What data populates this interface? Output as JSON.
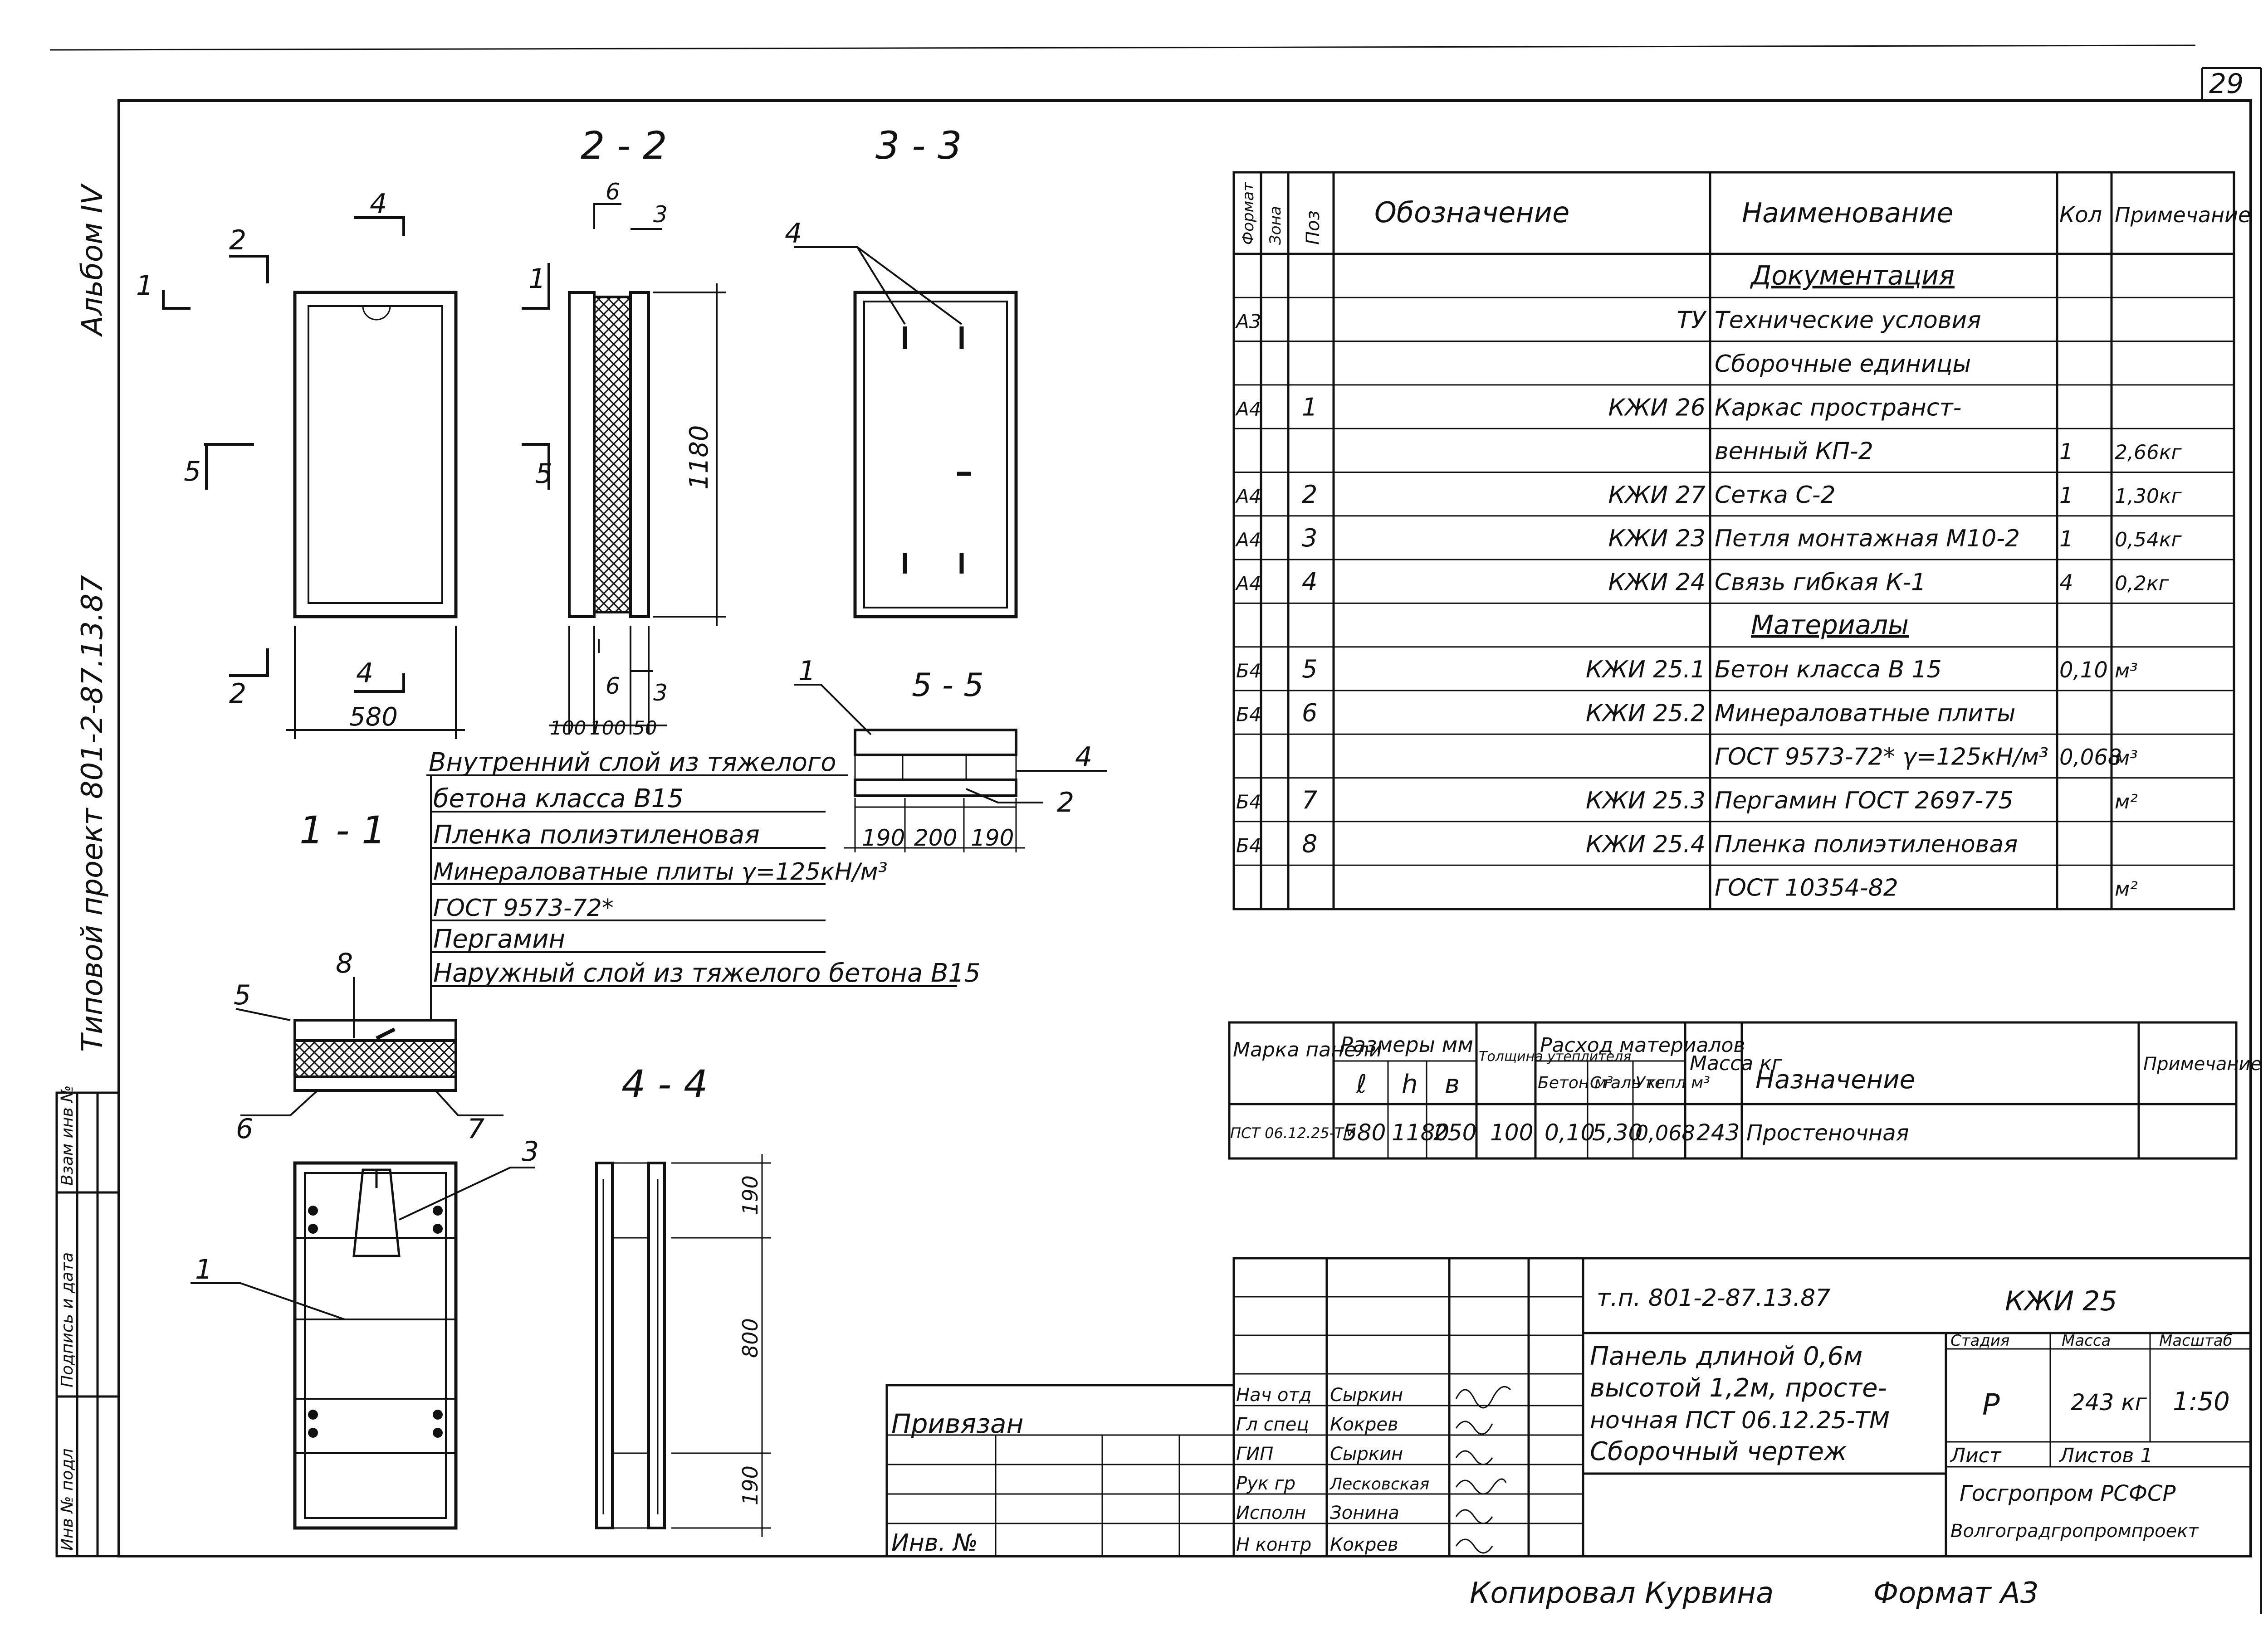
{
  "sheet": {
    "sheet_no": "29",
    "album": "Альбом IV",
    "series_ref": "Типовой проект 801-2-87.13.87",
    "margin_labels": [
      "Инв № подл",
      "Подпись и дата",
      "Взам инв №"
    ],
    "copied_by": "Копировал  Курвина",
    "format": "Формат  А3"
  },
  "views": {
    "v11": "1 - 1",
    "v22": "2 - 2",
    "v33": "3 - 3",
    "v44": "4 - 4",
    "v55": "5 - 5"
  },
  "dims": {
    "front_width": "580",
    "front_height": "1180",
    "side_100a": "100",
    "side_100b": "100",
    "side_50": "50",
    "s55_a": "190",
    "s55_b": "200",
    "s55_c": "190",
    "v44_top": "190",
    "v44_mid": "800",
    "v44_bot": "190"
  },
  "marks": {
    "cut_1": "1",
    "cut_2": "2",
    "cut_3": "3",
    "cut_4": "4",
    "cut_5": "5",
    "cut_6": "6",
    "pos_1": "1",
    "pos_2": "2",
    "pos_3": "3",
    "pos_4": "4",
    "pos_5": "5",
    "pos_6": "6",
    "pos_7": "7",
    "pos_8": "8"
  },
  "layers": [
    "Внутренний слой из тяжелого",
    "бетона класса  В15",
    "Пленка полиэтиленовая",
    "Минераловатные плиты γ=125кН/м³",
    "ГОСТ 9573-72*",
    "Пергамин",
    "Наружный слой из тяжелого бетона В15"
  ],
  "spec": {
    "headers": [
      "Формат",
      "Зона",
      "Поз",
      "Обозначение",
      "Наименование",
      "Кол",
      "Примечание"
    ],
    "rows": [
      [
        "",
        "",
        "",
        "",
        "Документация",
        "",
        ""
      ],
      [
        "А3",
        "",
        "",
        "ТУ",
        "Технические условия",
        "",
        ""
      ],
      [
        "",
        "",
        "",
        "",
        "Сборочные единицы",
        "",
        ""
      ],
      [
        "А4",
        "",
        "1",
        "КЖИ 26",
        "Каркас пространст-",
        "",
        ""
      ],
      [
        "",
        "",
        "",
        "",
        "венный        КП-2",
        "1",
        "2,66кг"
      ],
      [
        "А4",
        "",
        "2",
        "КЖИ 27",
        "Сетка   С-2",
        "1",
        "1,30кг"
      ],
      [
        "А4",
        "",
        "3",
        "КЖИ 23",
        "Петля монтажная М10-2",
        "1",
        "0,54кг"
      ],
      [
        "А4",
        "",
        "4",
        "КЖИ 24",
        "Связь гибкая   К-1",
        "4",
        "0,2кг"
      ],
      [
        "",
        "",
        "",
        "",
        "Материалы",
        "",
        ""
      ],
      [
        "Б4",
        "",
        "5",
        "КЖИ 25.1",
        "Бетон класса В 15",
        "0,10",
        "м³"
      ],
      [
        "Б4",
        "",
        "6",
        "КЖИ 25.2",
        "Минераловатные плиты",
        "",
        ""
      ],
      [
        "",
        "",
        "",
        "",
        "ГОСТ 9573-72* γ=125кН/м³",
        "0,068",
        "м³"
      ],
      [
        "Б4",
        "",
        "7",
        "КЖИ 25.3",
        "Пергамин ГОСТ 2697-75",
        "",
        "м²"
      ],
      [
        "Б4",
        "",
        "8",
        "КЖИ 25.4",
        "Пленка полиэтиленовая",
        "",
        ""
      ],
      [
        "",
        "",
        "",
        "",
        "ГОСТ 10354-82",
        "",
        "м²"
      ]
    ]
  },
  "panel": {
    "headers": {
      "mark": "Марка панели",
      "dims": "Размеры мм",
      "l": "ℓ",
      "h": "h",
      "b": "в",
      "ins": "Толщина утеплителя",
      "cons": "Расход материалов",
      "concrete": "Бетон м³",
      "steel": "Сталь кг",
      "insul": "Утепл м³",
      "mass": "Масса кг",
      "purpose": "Назначение",
      "note": "Примечание"
    },
    "row": {
      "mark": "ПСТ 06.12.25-ТМ",
      "l": "580",
      "h": "1180",
      "b": "250",
      "ins": "100",
      "concrete": "0,10",
      "steel": "5,30",
      "insul": "0,068",
      "mass": "243",
      "purpose": "Простеночная",
      "note": ""
    }
  },
  "title_block": {
    "binding": "Привязан",
    "inv": "Инв. №",
    "roles": [
      "Нач отд",
      "Гл спец",
      "ГИП",
      "Рук гр",
      "Исполн",
      "Н контр"
    ],
    "names": [
      "Сыркин",
      "Кокрев",
      "Сыркин",
      "Лесковская",
      "Зонина",
      "Кокрев"
    ],
    "project": "т.п. 801-2-87.13.87",
    "code": "КЖИ 25",
    "title": [
      "Панель длиной 0,6м",
      "высотой 1,2м, просте-",
      "ночная ПСТ 06.12.25-ТМ",
      "Сборочный чертеж"
    ],
    "stage_h": "Стадия",
    "mass_h": "Масса",
    "scale_h": "Масштаб",
    "stage": "Р",
    "mass": "243 кг",
    "scale": "1:50",
    "sheet": "Лист",
    "sheets": "Листов 1",
    "org1": "Госгропром РСФСР",
    "org2": "Волгоградгропромпроект"
  }
}
